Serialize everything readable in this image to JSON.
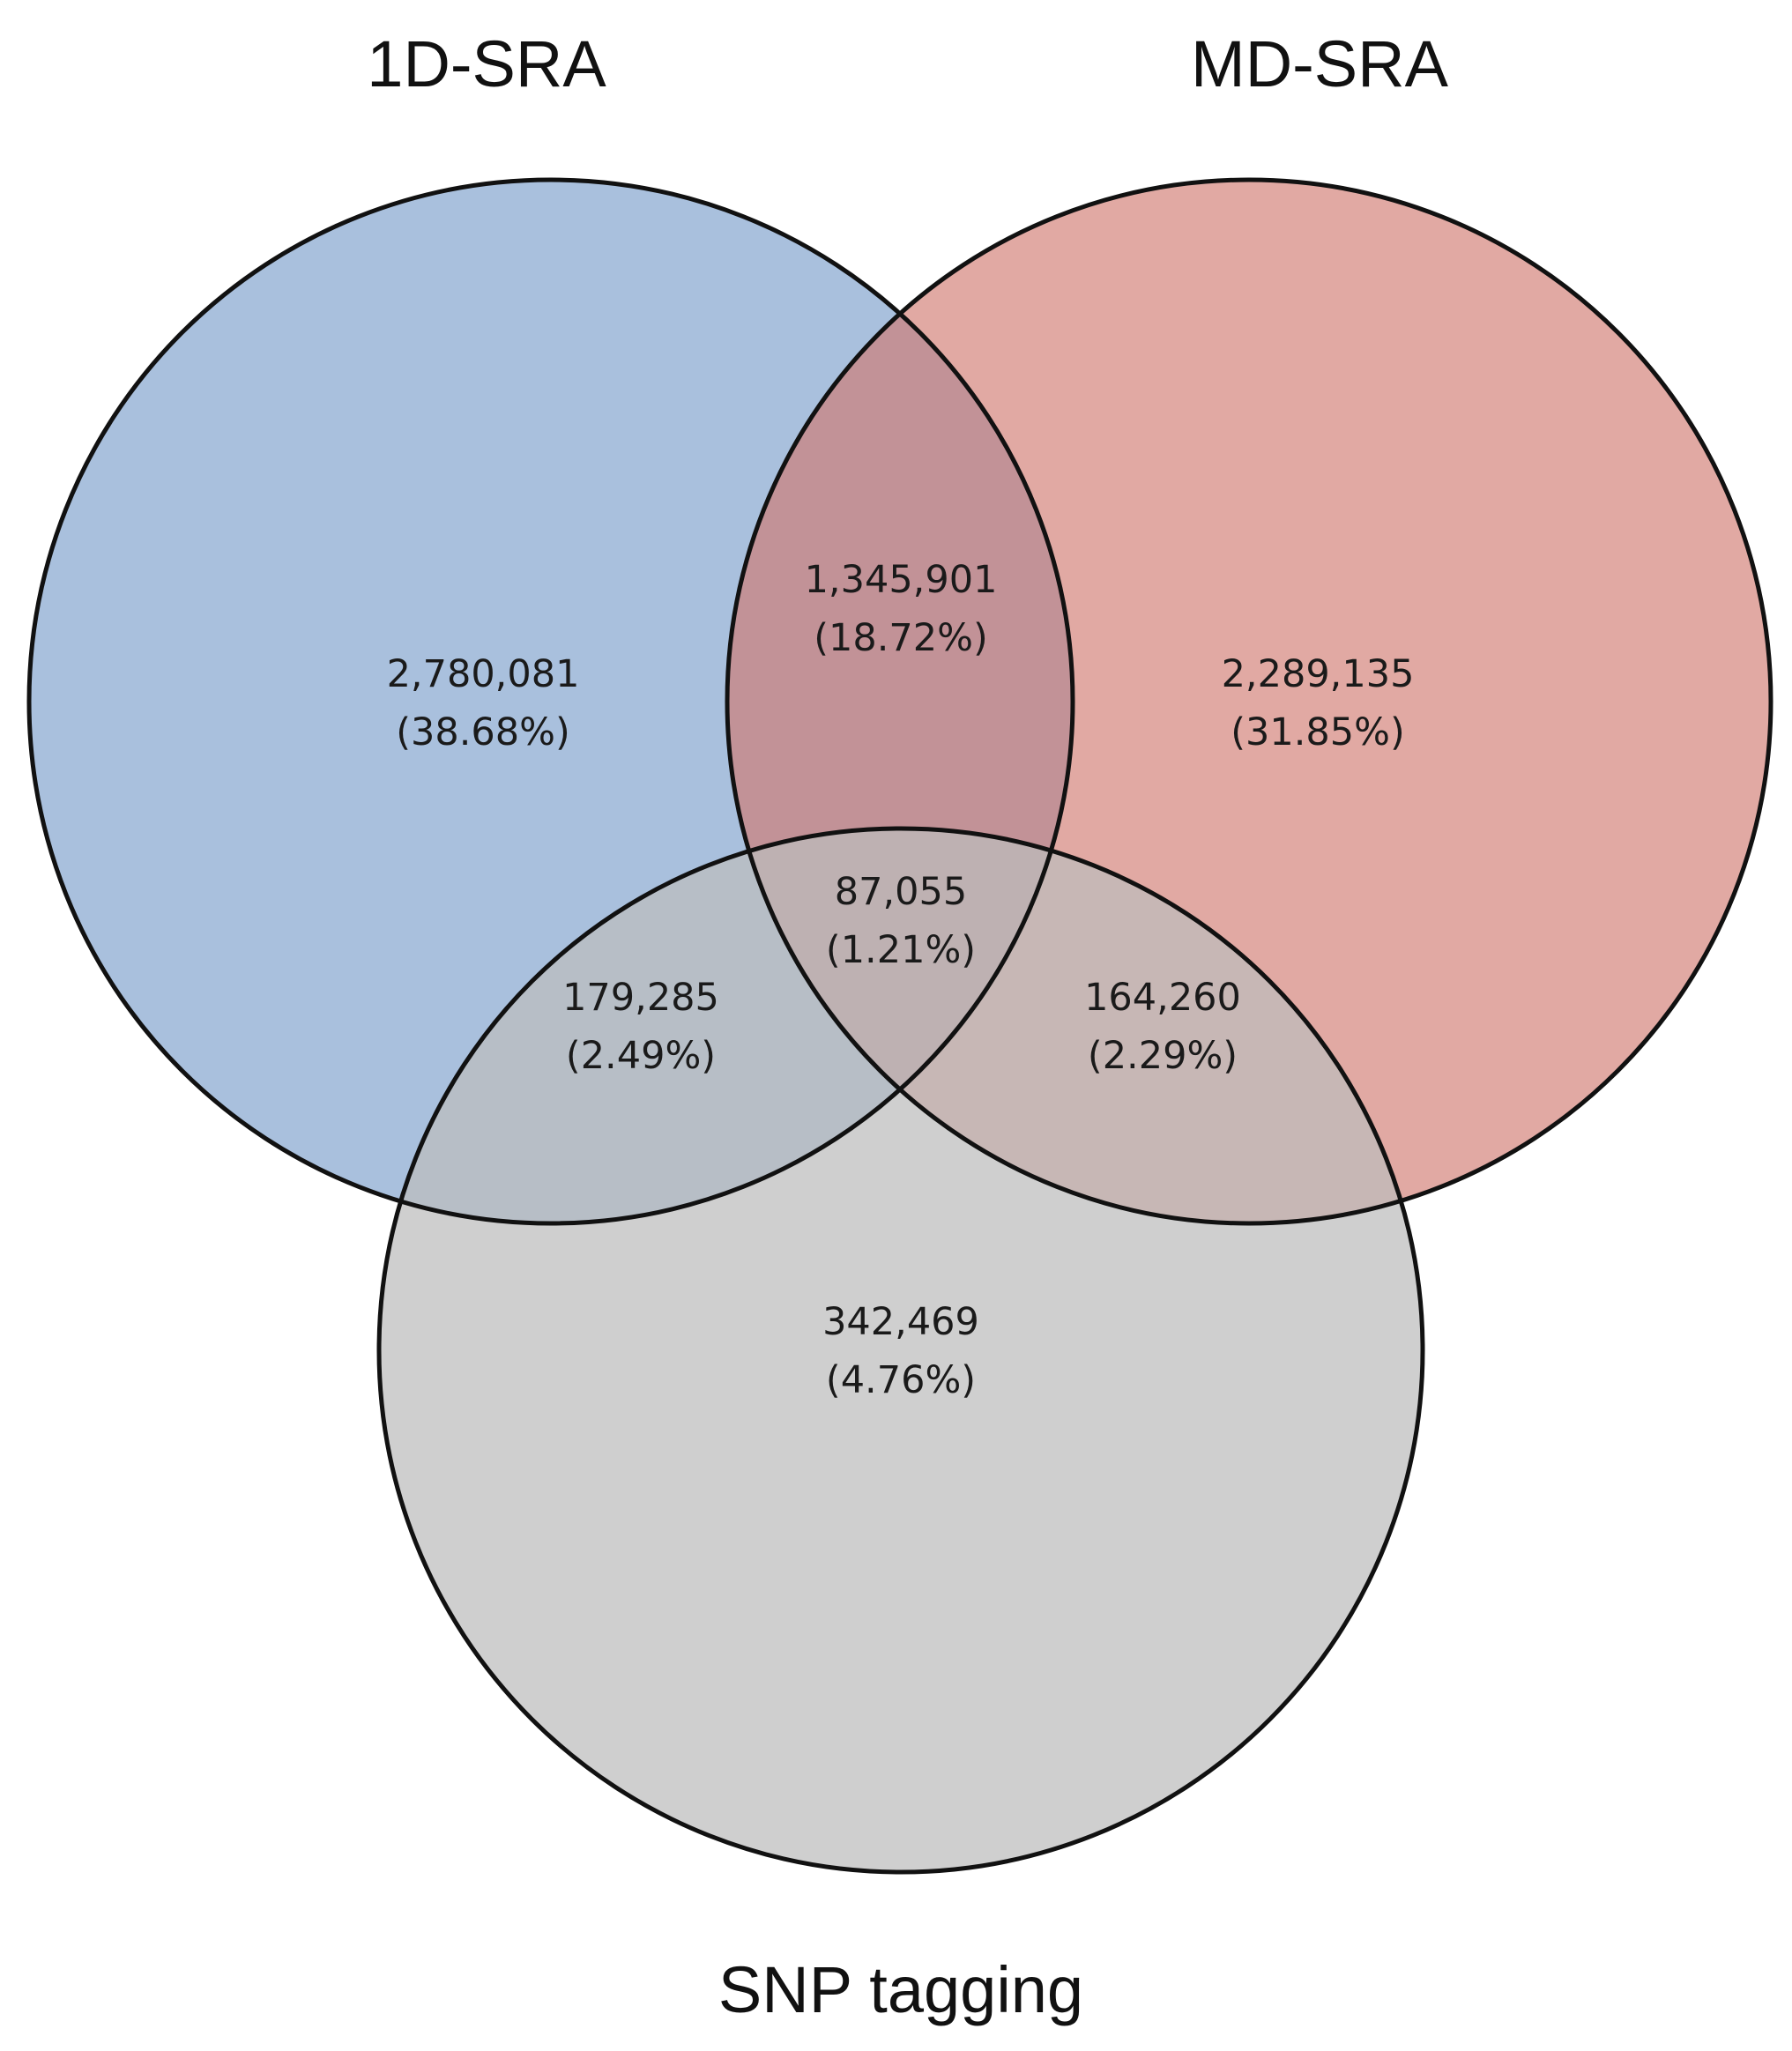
{
  "sets": [
    {
      "id": "a",
      "label": "1D-SRA",
      "color": "#7C9FCB",
      "opacity": 0.66
    },
    {
      "id": "b",
      "label": "MD-SRA",
      "color": "#D0796F",
      "opacity": 0.64
    },
    {
      "id": "c",
      "label": "SNP tagging",
      "color": "#BDBDBD",
      "opacity": 0.72
    }
  ],
  "regions": {
    "a_only": {
      "count": "2,780,081",
      "percent": "(38.68%)"
    },
    "b_only": {
      "count": "2,289,135",
      "percent": "(31.85%)"
    },
    "c_only": {
      "count": "342,469",
      "percent": "(4.76%)"
    },
    "ab": {
      "count": "1,345,901",
      "percent": "(18.72%)"
    },
    "ac": {
      "count": "179,285",
      "percent": "(2.49%)"
    },
    "bc": {
      "count": "164,260",
      "percent": "(2.29%)"
    },
    "abc": {
      "count": "87,055",
      "percent": "(1.21%)"
    }
  }
}
